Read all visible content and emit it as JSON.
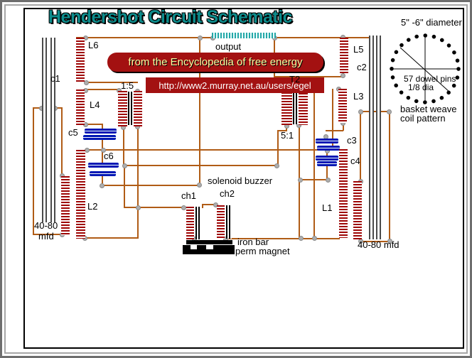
{
  "title": "Hendershot Circuit  Schematic",
  "banners": {
    "encyclopedia": "from  the Encyclopedia of free energy",
    "url": "http://www2.murray.net.au/users/egel"
  },
  "labels": {
    "l6": "L6",
    "c1": "c1",
    "l4": "L4",
    "ratio_1_5": "1:5",
    "c5": "c5",
    "c6": "c6",
    "l2": "L2",
    "cap_left_line1": "40-80",
    "cap_left_line2": "mfd",
    "output": "output",
    "solenoid_buzzer": "solenoid buzzer",
    "ch1": "ch1",
    "ch2": "ch2",
    "iron_bar": "iron bar",
    "perm_magnet": "perm magnet",
    "t2": "T2",
    "ratio_5_1": "5:1",
    "l5": "L5",
    "c2": "c2",
    "l3": "L3",
    "c3": "c3",
    "c4": "c4",
    "l1": "L1",
    "cap_right": "40-80 mfd"
  },
  "coil_pattern_note": {
    "diameter": "5\" -6\"  diameter",
    "pins_line1": "57 dowel pins",
    "pins_line2": "1/8 dia",
    "caption_line1": "basket weave",
    "caption_line2": "coil pattern"
  },
  "colors": {
    "title_teal": "#0d8c8c",
    "banner_red": "#a31111",
    "banner_text_yellow": "#ffffa2",
    "url_text_white": "#ffffff",
    "wire_brown": "#b05c16",
    "coil_red": "#9e0606",
    "capacitor_blue": "#0018b4",
    "plate_gray": "#4a4a4a",
    "junction_gray": "#aeaeae",
    "output_coil_cyan": "#24a7a7"
  }
}
